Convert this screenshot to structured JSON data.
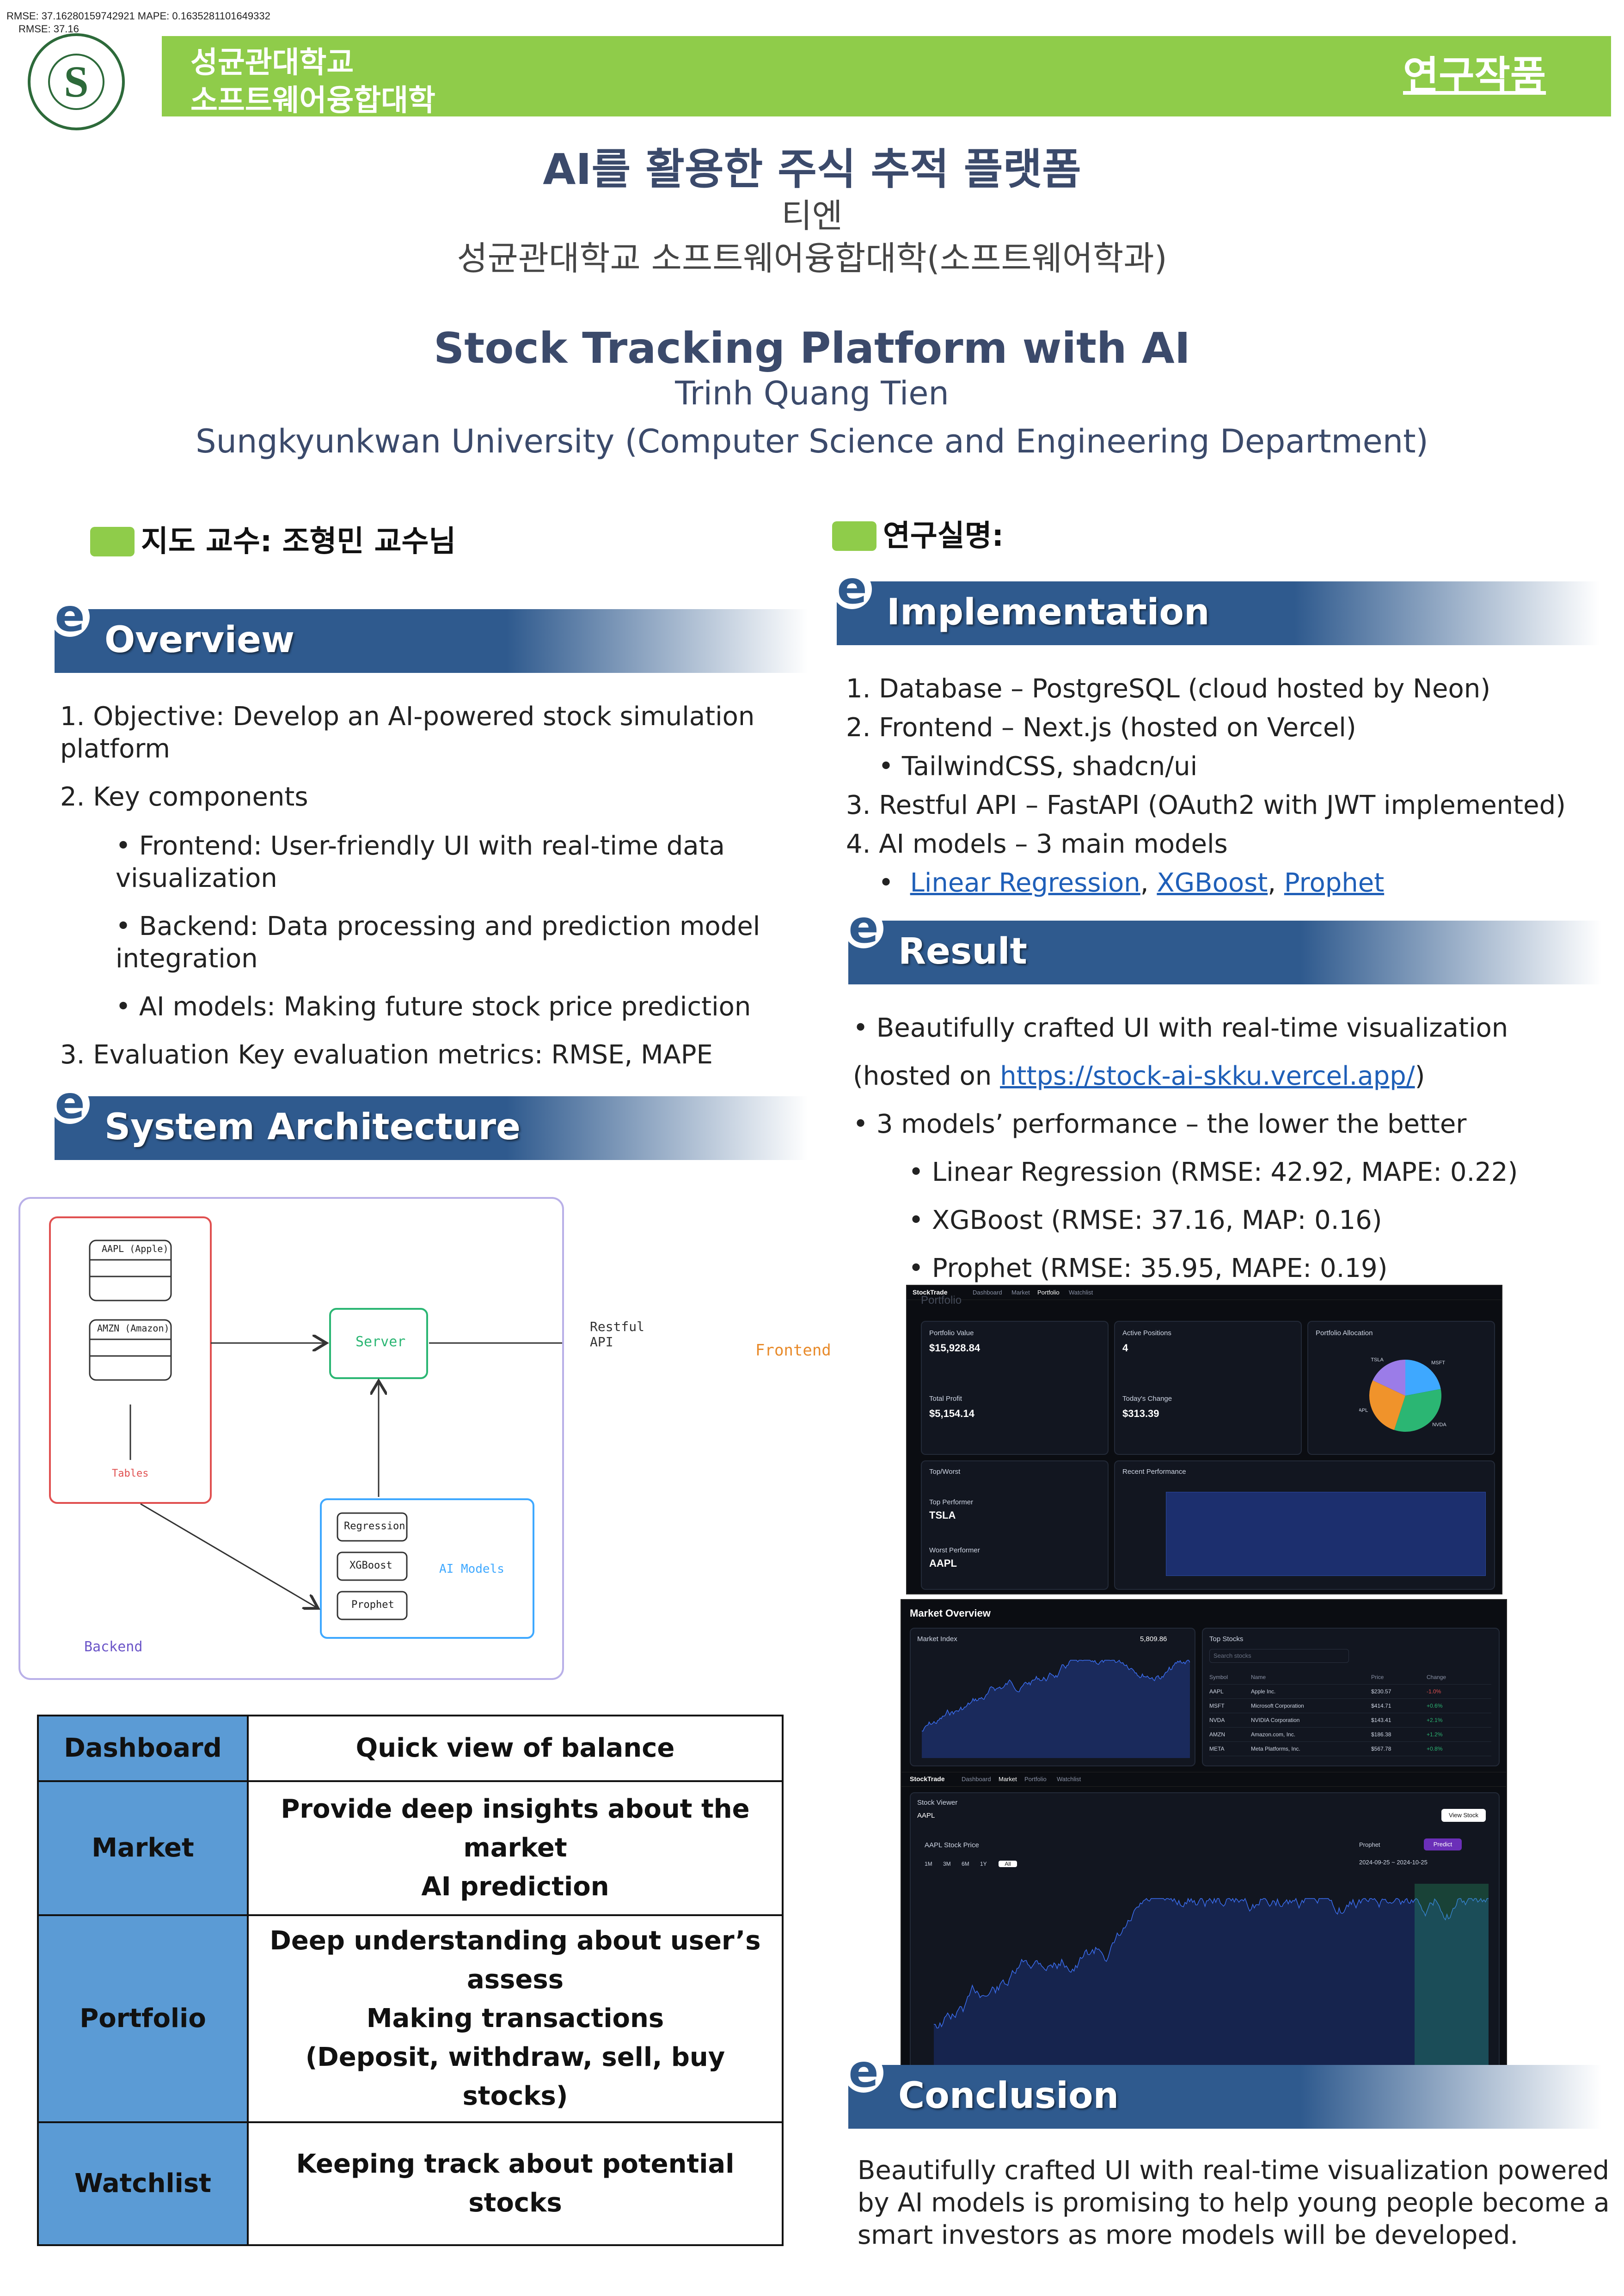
{
  "debug": {
    "line1": "RMSE: 37.16280159742921 MAPE: 0.1635281101649332",
    "line2": "RMSE: 37.16"
  },
  "header": {
    "logo_letter": "S",
    "college_line1": "성균관대학교",
    "college_line2": "소프트웨어융합대학",
    "right_label": "연구작품"
  },
  "title": {
    "korean": "AI를 활용한 주식 추적 플랫폼",
    "korean_author": "티엔",
    "korean_affiliation": "성균관대학교 소프트웨어융합대학(소프트웨어학과)",
    "english": "Stock Tracking Platform with AI",
    "english_author": "Trinh Quang Tien",
    "english_affiliation": "Sungkyunkwan University (Computer Science and Engineering Department)"
  },
  "tags": {
    "advisor": "지도 교수:  조형민 교수님",
    "lab": "연구실명:"
  },
  "overview": {
    "heading": "Overview",
    "items": [
      "1. Objective: Develop an AI-powered stock simulation",
      "    platform",
      "2. Key components",
      "•  Frontend: User-friendly UI with real-time data",
      "    visualization",
      "•  Backend: Data processing and prediction model",
      "    integration",
      "•  AI models: Making future stock price prediction",
      "3.  Evaluation Key evaluation metrics: RMSE, MAPE"
    ]
  },
  "architecture": {
    "heading": "System Architecture",
    "tables": [
      "AAPL (Apple)",
      "AMZN (Amazon)"
    ],
    "tables_label": "Tables",
    "server": "Server",
    "frontend": "Frontend",
    "api_label": "Restful API",
    "models": [
      "Regression",
      "XGBoost",
      "Prophet"
    ],
    "models_label": "AI Models",
    "backend_label": "Backend"
  },
  "features": [
    {
      "key": "Dashboard",
      "value": [
        "Quick view of balance"
      ]
    },
    {
      "key": "Market",
      "value": [
        "Provide deep insights about the market",
        "AI prediction"
      ]
    },
    {
      "key": "Portfolio",
      "value": [
        "Deep understanding about user’s assess",
        "Making transactions",
        "(Deposit, withdraw, sell, buy stocks)"
      ]
    },
    {
      "key": "Watchlist",
      "value": [
        "Keeping track about potential stocks"
      ]
    }
  ],
  "implementation": {
    "heading": "Implementation",
    "items": [
      "1. Database – PostgreSQL (cloud hosted by Neon)",
      "2. Frontend – Next.js (hosted on Vercel)",
      "•  TailwindCSS, shadcn/ui",
      "3. Restful API – FastAPI (OAuth2 with JWT implemented)",
      "4. AI models – 3 main models"
    ],
    "links": [
      "Linear Regression",
      "XGBoost",
      "Prophet"
    ]
  },
  "result": {
    "heading": "Result",
    "line1": "•  Beautifully crafted UI with real-time visualization",
    "hosted_prefix": "(hosted on ",
    "hosted_link": "https://stock-ai-skku.vercel.app/",
    "hosted_suffix": ")",
    "line3": "•  3 models’ performance – the lower the better",
    "models": [
      "•  Linear Regression (RMSE: 42.92, MAPE: 0.22)",
      "•  XGBoost (RMSE: 37.16, MAP: 0.16)",
      "•  Prophet (RMSE: 35.95, MAPE: 0.19)"
    ]
  },
  "screens": {
    "portfolio": {
      "brand": "StockTrade",
      "nav": [
        "Dashboard",
        "Market",
        "Portfolio",
        "Watchlist"
      ],
      "page_title": "Portfolio",
      "portfolio_value_label": "Portfolio Value",
      "portfolio_value": "$15,928.84",
      "total_profit_label": "Total Profit",
      "total_profit": "$5,154.14",
      "active_positions_label": "Active Positions",
      "active_positions": "4",
      "todays_change_label": "Today's Change",
      "todays_change": "$313.39",
      "allocation_label": "Portfolio Allocation",
      "topworst_label": "Top/Worst",
      "top_performer_label": "Top Performer",
      "top_performer": "TSLA",
      "worst_performer_label": "Worst Performer",
      "worst_performer": "AAPL",
      "recent_label": "Recent Performance",
      "pie": [
        {
          "label": "MSFT",
          "share": 0.22,
          "color": "#3ea8ff"
        },
        {
          "label": "NVDA",
          "share": 0.33,
          "color": "#2bb673"
        },
        {
          "label": "AAPL",
          "share": 0.27,
          "color": "#f0932b"
        },
        {
          "label": "TSLA",
          "share": 0.18,
          "color": "#9b7ce8"
        }
      ]
    },
    "market": {
      "title": "Market Overview",
      "index_label": "Market Index",
      "index_value": "5,809.86",
      "top_stocks_label": "Top Stocks",
      "search_placeholder": "Search stocks",
      "columns": [
        "Symbol",
        "Name",
        "Price",
        "Change"
      ],
      "rows": [
        [
          "AAPL",
          "Apple Inc.",
          "$230.57",
          "-1.0%"
        ],
        [
          "MSFT",
          "Microsoft Corporation",
          "$414.71",
          "+0.6%"
        ],
        [
          "NVDA",
          "NVIDIA Corporation",
          "$143.41",
          "+2.1%"
        ],
        [
          "AMZN",
          "Amazon.com, Inc.",
          "$186.38",
          "+1.2%"
        ],
        [
          "META",
          "Meta Platforms, Inc.",
          "$567.78",
          "+0.8%"
        ]
      ],
      "viewer_label": "Stock Viewer",
      "viewer_symbol": "AAPL",
      "view_button": "View Stock",
      "price_label": "AAPL Stock Price",
      "model_select": "Prophet",
      "predict_button": "Predict",
      "date_range": "2024-09-25 ~ 2024-10-25",
      "ranges": [
        "1M",
        "3M",
        "6M",
        "1Y",
        "All"
      ],
      "brand": "StockTrade",
      "nav": [
        "Dashboard",
        "Market",
        "Portfolio",
        "Watchlist"
      ]
    }
  },
  "conclusion": {
    "heading": "Conclusion",
    "lines": [
      "Beautifully crafted UI with real-time visualization powered",
      "by AI models is promising to help young people become a",
      "smart investors as more models will be developed."
    ]
  }
}
